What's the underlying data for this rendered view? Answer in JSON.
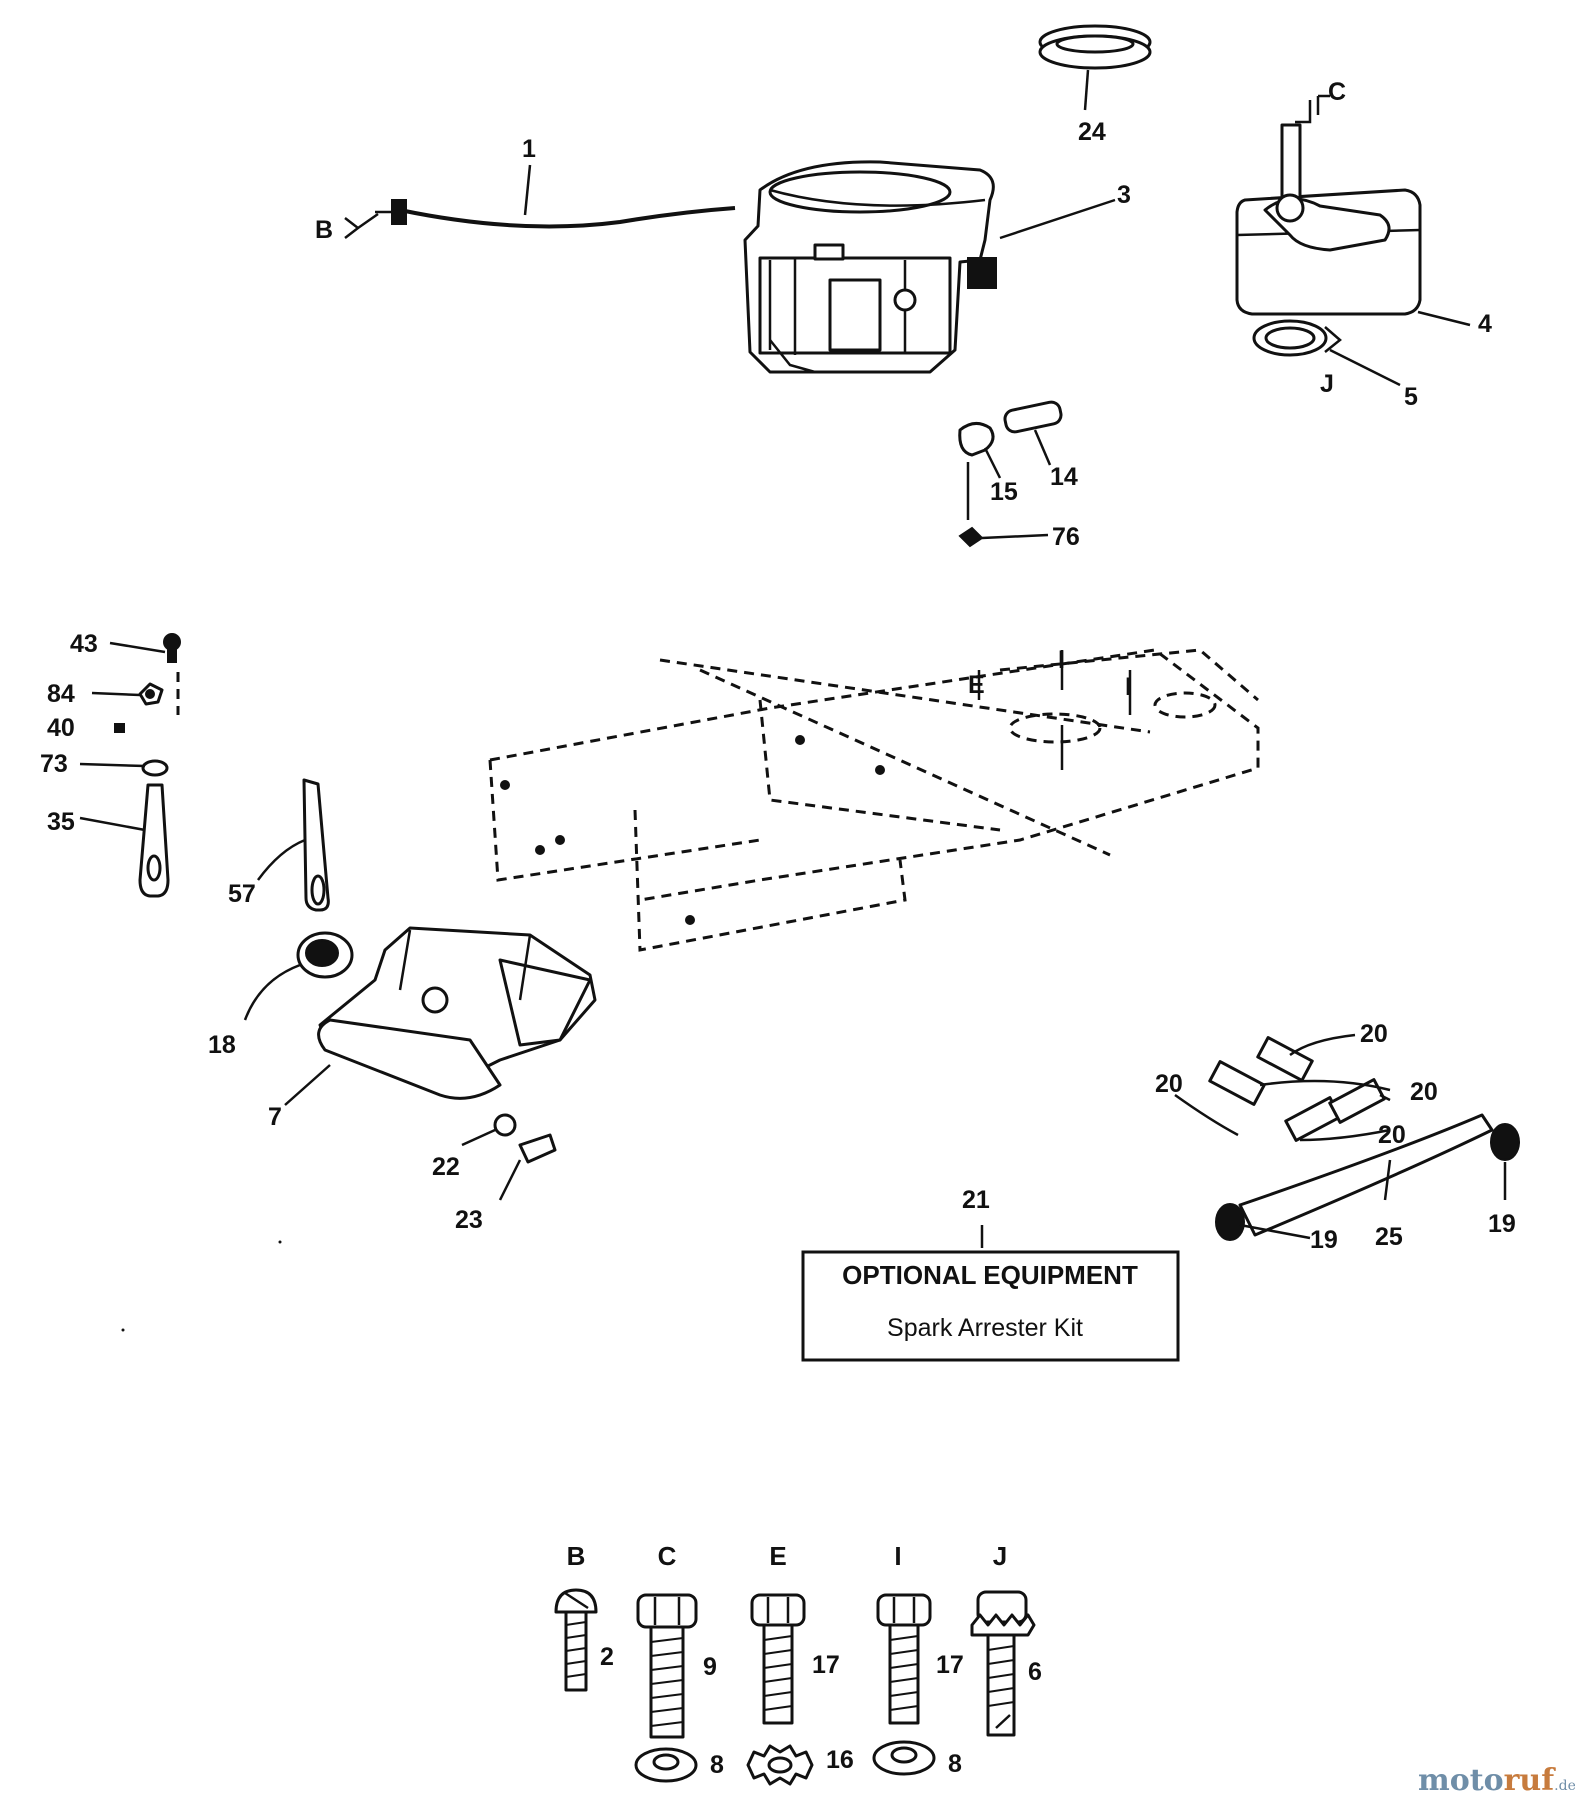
{
  "callouts": {
    "l1": "1",
    "l3": "3",
    "l4": "4",
    "l5": "5",
    "l24": "24",
    "lB": "B",
    "lC": "C",
    "lJ": "J",
    "l14": "14",
    "l15": "15",
    "l76": "76",
    "l43": "43",
    "l84": "84",
    "l40": "40",
    "l73": "73",
    "l35": "35",
    "l57": "57",
    "lE": "E",
    "lI1": "I",
    "lI2": "I",
    "l18": "18",
    "l7": "7",
    "l22": "22",
    "l23": "23",
    "l20a": "20",
    "l20b": "20",
    "l20c": "20",
    "l20d": "20",
    "l19a": "19",
    "l19b": "19",
    "l25": "25",
    "l21": "21"
  },
  "optional_box": {
    "title": "OPTIONAL EQUIPMENT",
    "subtitle": "Spark Arrester Kit"
  },
  "hardware": [
    {
      "letter": "B",
      "screw": "2",
      "washer": ""
    },
    {
      "letter": "C",
      "screw": "9",
      "washer": "8"
    },
    {
      "letter": "E",
      "screw": "17",
      "washer": "16"
    },
    {
      "letter": "I",
      "screw": "17",
      "washer": "8"
    },
    {
      "letter": "J",
      "screw": "6",
      "washer": ""
    }
  ],
  "watermark": {
    "part1": "moto",
    "part2": "ruf",
    "suffix": ".de"
  }
}
